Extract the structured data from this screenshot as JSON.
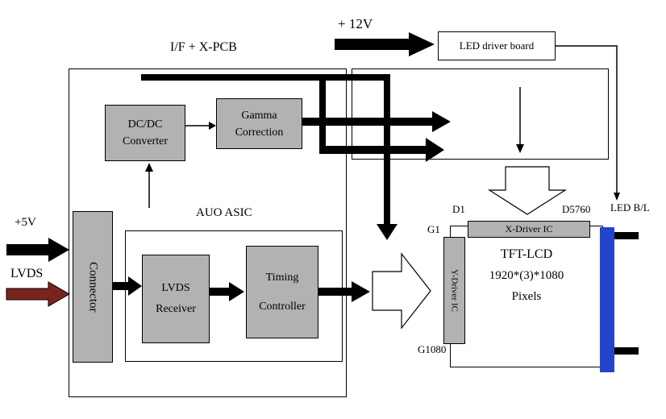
{
  "title": "TFT-LCD module block diagram",
  "colors": {
    "box_fill": "#b3b1b1",
    "line": "#000000",
    "lvds_arrow": "#7a2420",
    "backlight_blue": "#2244cc",
    "white": "#ffffff"
  },
  "labels": {
    "plus_12v": "+ 12V",
    "led_driver_board": "LED driver board",
    "if_x_pcb": "I/F + X-PCB",
    "dcdc_line1": "DC/DC",
    "dcdc_line2": "Converter",
    "gamma_line1": "Gamma",
    "gamma_line2": "Correction",
    "auo_asic": "AUO ASIC",
    "lvds_line1": "LVDS",
    "lvds_line2": "Receiver",
    "timing_line1": "Timing",
    "timing_line2": "Controller",
    "connector": "Connector",
    "plus_5v": "+5V",
    "lvds_input": "LVDS",
    "d1": "D1",
    "d5760": "D5760",
    "g1": "G1",
    "g1080": "G1080",
    "led_bl": "LED B/L",
    "x_driver_ic": "X-Driver IC",
    "y_driver_ic": "Y-Driver IC",
    "tft_line1": "TFT-LCD",
    "tft_line2": "1920*(3)*1080",
    "tft_line3": "Pixels"
  }
}
